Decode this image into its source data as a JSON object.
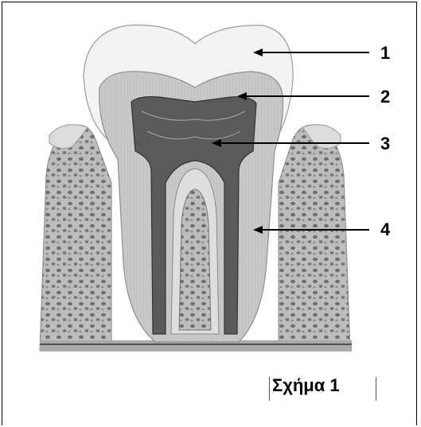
{
  "labels": {
    "l1": "1",
    "l2": "2",
    "l3": "3",
    "l4": "4"
  },
  "caption": "Σχήμα 1",
  "colors": {
    "enamel": "#f2f2f2",
    "dentin": "#c9c9c9",
    "pulp": "#5a5a5a",
    "bone": "#9a9a9a",
    "gum": "#d8d8d8"
  }
}
